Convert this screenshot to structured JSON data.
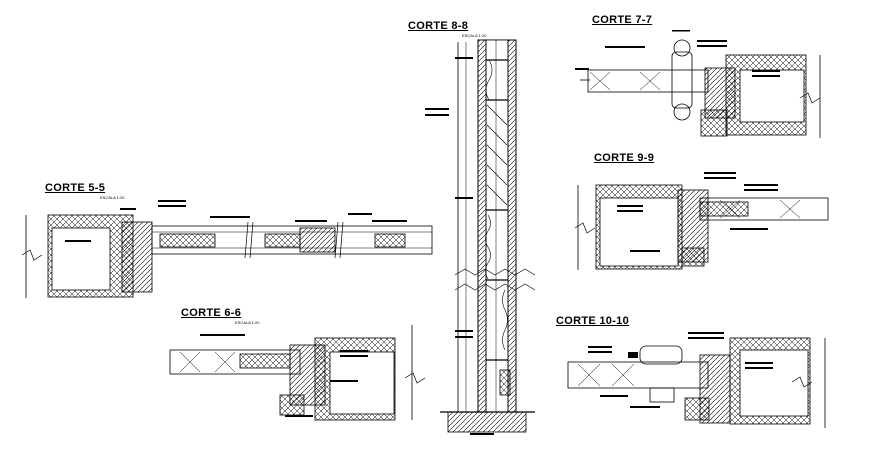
{
  "sections": {
    "corte_8_8": {
      "title": "CORTE 8-8",
      "scale": "ESCALA 1:20"
    },
    "corte_7_7": {
      "title": "CORTE 7-7"
    },
    "corte_5_5": {
      "title": "CORTE 5-5",
      "scale": "ESCALA 1:20"
    },
    "corte_9_9": {
      "title": "CORTE 9-9"
    },
    "corte_6_6": {
      "title": "CORTE 6-6",
      "scale": "ESCALA 1:20"
    },
    "corte_10_10": {
      "title": "CORTE 10-10"
    }
  },
  "colors": {
    "ink": "#000000",
    "paper": "#ffffff"
  }
}
